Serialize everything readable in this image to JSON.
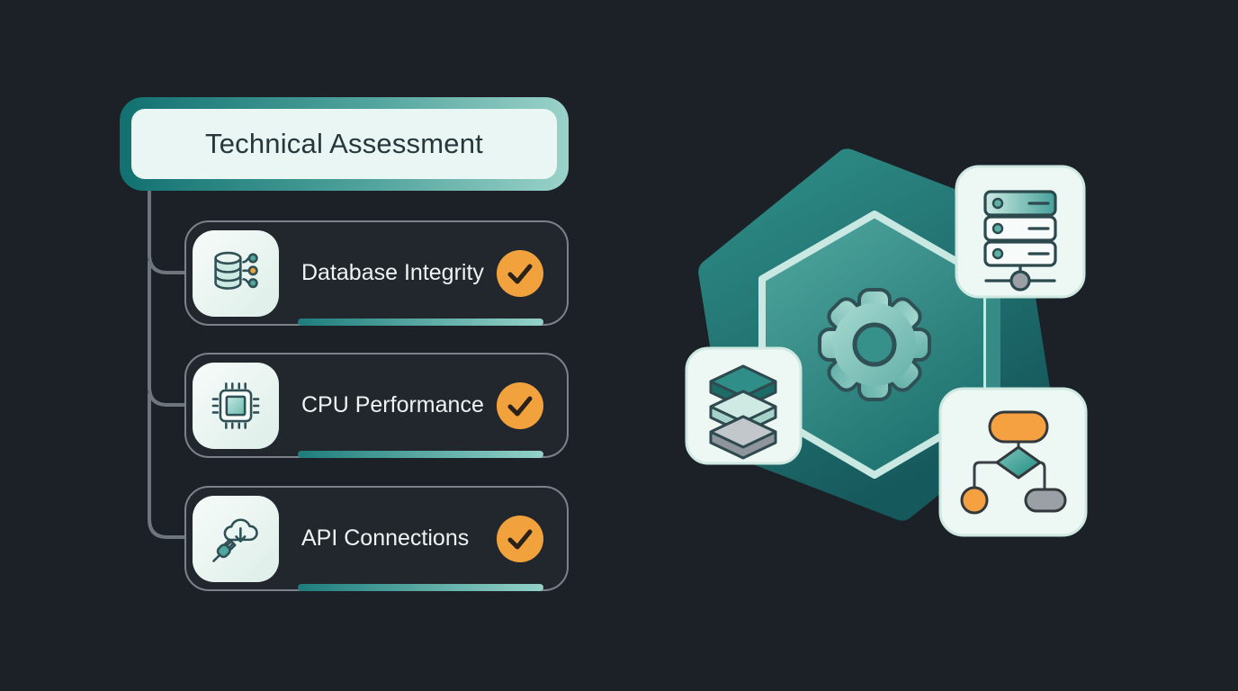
{
  "page": {
    "background": "#1c2127"
  },
  "title_card": {
    "label": "Technical Assessment",
    "fill": "#e9f6f3",
    "text_color": "#27383c",
    "border_gradient": [
      "#117170",
      "#9ad2c9"
    ]
  },
  "checklist": {
    "items": [
      {
        "label": "Database Integrity",
        "icon": "database-icon",
        "status": "checked"
      },
      {
        "label": "CPU Performance",
        "icon": "cpu-icon",
        "status": "checked"
      },
      {
        "label": "API Connections",
        "icon": "cloud-plug-icon",
        "status": "checked"
      }
    ],
    "check_badge_color": "#f2a23c",
    "check_mark_color": "#2a2118",
    "progress_gradient": [
      "#1d7d7c",
      "#93d2c9"
    ],
    "card_border_color": "#7b828a"
  },
  "illustration": {
    "hexagon_outer_colors": [
      "#2e8c86",
      "#16595c"
    ],
    "hexagon_inner_colors": [
      "#52a8a1",
      "#1f7370"
    ],
    "hexagon_inner_border": "#c9e8e1",
    "gear_icon": "gear-icon",
    "cards": [
      {
        "icon": "server-icon"
      },
      {
        "icon": "layers-icon"
      },
      {
        "icon": "flowchart-icon"
      }
    ],
    "card_fill": "#edf7f3",
    "accent_teal": "#2f8e88",
    "accent_orange": "#f2a23c",
    "accent_gray": "#9aa0a6"
  }
}
